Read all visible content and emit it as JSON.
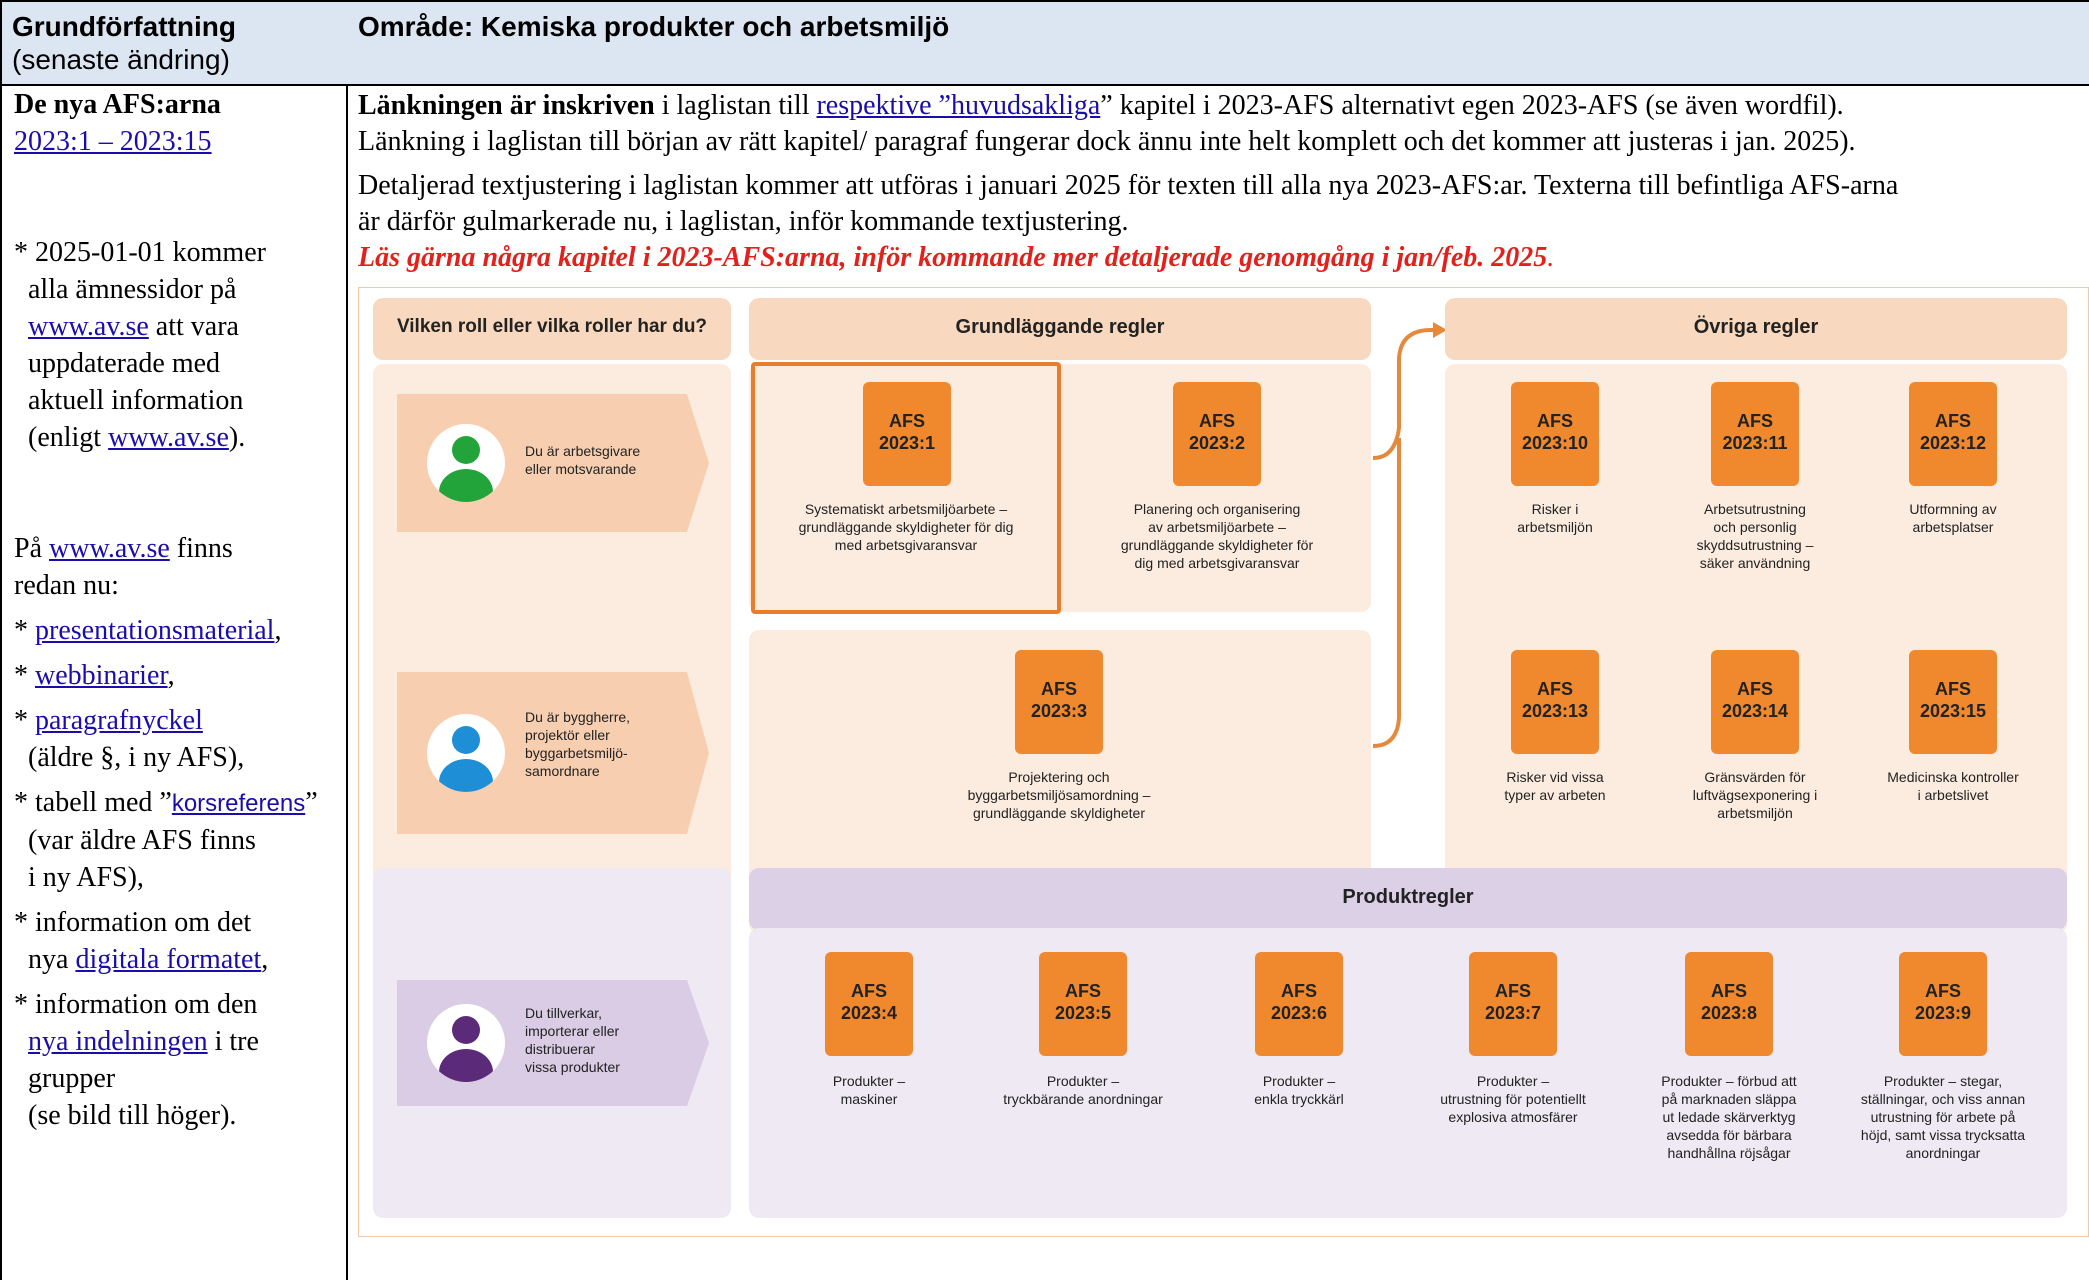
{
  "header": {
    "left_title": "Grundförfattning",
    "left_sub": "(senaste ändring)",
    "right_title": "Område: Kemiska produkter och arbetsmiljö"
  },
  "left": {
    "title": "De nya AFS:arna",
    "range_link": "2023:1 – 2023:15",
    "note_lines": [
      "* 2025-01-01 kommer",
      "alla ämnessidor på"
    ],
    "note_link1": "www.av.se",
    "note_after_link1": " att vara",
    "note_lines2": [
      "uppdaterade med",
      "aktuell information"
    ],
    "note_enligt": "(enligt ",
    "note_link2": "www.av.se",
    "note_end": ").",
    "pa": "På ",
    "pa_link": "www.av.se",
    "pa_after": " finns",
    "redan": "redan  nu:",
    "items": [
      {
        "pre": "* ",
        "link": "presentationsmaterial",
        "post": ","
      },
      {
        "pre": "* ",
        "link": "webbinarier",
        "post": ","
      },
      {
        "pre": "* ",
        "link": "paragrafnyckel",
        "post": "",
        "extra": "(äldre §, i ny AFS),"
      },
      {
        "pre": "* tabell med ”",
        "link": "korsreferens",
        "post": "”",
        "extra": "(var äldre AFS finns",
        "extra2": "i ny AFS),"
      },
      {
        "pre": "* information om det",
        "line2pre": "nya ",
        "link": "digitala formatet",
        "post": ","
      },
      {
        "pre": "* information om den",
        "link": "nya indelningen",
        "post": " i tre",
        "extra": "grupper",
        "extra2": "(se bild till höger)."
      }
    ]
  },
  "right": {
    "p1_bold": "Länkningen är inskriven",
    "p1_a": " i laglistan till ",
    "p1_link": "respektive ”huvudsakliga",
    "p1_b": "” kapitel i 2023-AFS alternativt egen 2023-AFS (se även wordfil).",
    "p2": "Länkning i laglistan till början av rätt kapitel/ paragraf fungerar dock ännu inte helt komplett och det kommer att justeras i jan. 2025).",
    "p3": "Detaljerad textjustering i laglistan kommer att utföras i januari 2025 för texten till alla nya 2023-AFS:ar. Texterna till befintliga AFS-arna",
    "p4": "är därför gulmarkerade nu, i laglistan, inför kommande textjustering.",
    "p5_red": "Läs gärna några kapitel i 2023-AFS:arna, inför kommande mer detaljerade genomgång i jan/feb. 2025",
    "p5_end": "."
  },
  "infographic": {
    "roles_title": "Vilken roll eller vilka roller har du?",
    "roles": [
      {
        "text": "Du är arbetsgivare\neller motsvarande",
        "color": "#22a43a"
      },
      {
        "text": "Du är byggherre,\nprojektör eller\nbyggarbetsmiljö-\nsamordnare",
        "color": "#1e8fd6"
      },
      {
        "text": "Du tillverkar,\nimporterar eller\ndistribuerar\nvissa produkter",
        "color": "#5b2a78"
      }
    ],
    "grund_title": "Grundläggande regler",
    "ovriga_title": "Övriga regler",
    "produkt_title": "Produktregler",
    "afs_label": "AFS",
    "grund": [
      {
        "num": "2023:1",
        "cap": "Systematiskt arbetsmiljöarbete –\ngrundläggande skyldigheter för dig\nmed arbetsgivaransvar"
      },
      {
        "num": "2023:2",
        "cap": "Planering och organisering\nav arbetsmiljöarbete –\ngrundläggande skyldigheter för\ndig med arbetsgivaransvar"
      },
      {
        "num": "2023:3",
        "cap": "Projektering och\nbyggarbetsmiljösamordning –\ngrundläggande skyldigheter"
      }
    ],
    "ovriga": [
      {
        "num": "2023:10",
        "cap": "Risker i\narbetsmiljön"
      },
      {
        "num": "2023:11",
        "cap": "Arbetsutrustning\noch personlig\nskyddsutrustning –\nsäker användning"
      },
      {
        "num": "2023:12",
        "cap": "Utformning av\narbetsplatser"
      },
      {
        "num": "2023:13",
        "cap": "Risker vid vissa\ntyper av arbeten"
      },
      {
        "num": "2023:14",
        "cap": "Gränsvärden för\nluftvägsexponering i\narbetsmiljön"
      },
      {
        "num": "2023:15",
        "cap": "Medicinska kontroller\ni arbetslivet"
      }
    ],
    "produkt": [
      {
        "num": "2023:4",
        "cap": "Produkter –\nmaskiner"
      },
      {
        "num": "2023:5",
        "cap": "Produkter –\ntryckbärande anordningar"
      },
      {
        "num": "2023:6",
        "cap": "Produkter –\nenkla tryckkärl"
      },
      {
        "num": "2023:7",
        "cap": "Produkter –\nutrustning för potentiellt\nexplosiva atmosfärer"
      },
      {
        "num": "2023:8",
        "cap": "Produkter – förbud att\npå marknaden släppa\nut ledade skärverktyg\navsedda för bärbara\nhandhållna röjsågar"
      },
      {
        "num": "2023:9",
        "cap": "Produkter – stegar,\nställningar, och viss annan\nutrustning för arbete på\nhöjd, samt vissa trycksatta\nanordningar"
      }
    ]
  }
}
